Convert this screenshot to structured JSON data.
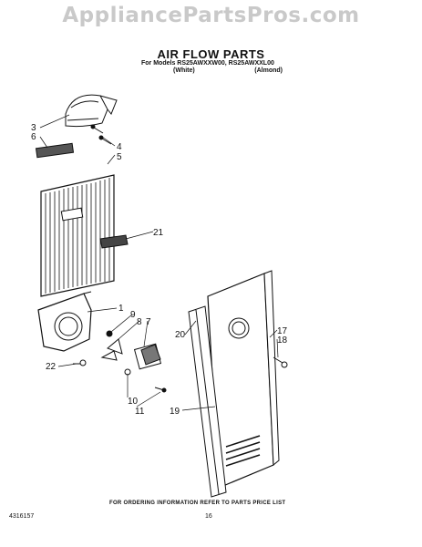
{
  "watermark": "AppliancePartsPros.com",
  "title": "AIR FLOW PARTS",
  "models": "For Models RS25AWXXW00, RS25AWXXL00",
  "variants": [
    "(White)",
    "(Almond)"
  ],
  "callouts": [
    "3",
    "6",
    "4",
    "5",
    "21",
    "1",
    "9",
    "8",
    "7",
    "22",
    "10",
    "11",
    "20",
    "17",
    "18",
    "19"
  ],
  "footer": {
    "reference": "FOR ORDERING INFORMATION REFER TO PARTS PRICE LIST",
    "part_number": "4316157",
    "page": "16"
  }
}
